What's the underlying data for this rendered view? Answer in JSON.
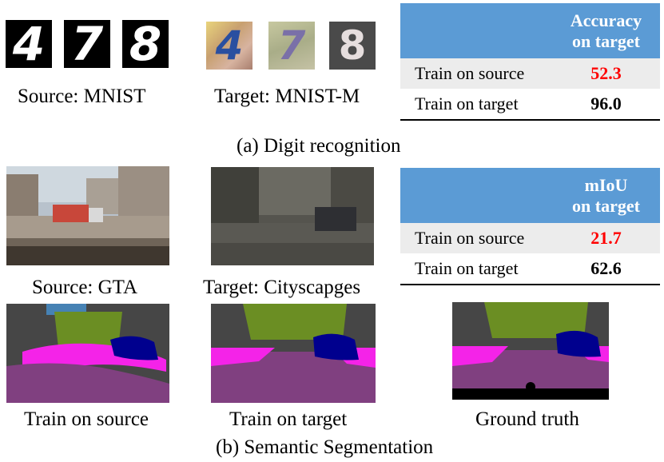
{
  "panel_a": {
    "digits_source": [
      "4",
      "7",
      "8"
    ],
    "digits_target": [
      "4",
      "7",
      "8"
    ],
    "source_caption": "Source: MNIST",
    "target_caption": "Target: MNIST-M",
    "table": {
      "header": "Accuracy on target",
      "header_line1": "Accuracy",
      "header_line2": "on target",
      "rows": [
        {
          "label": "Train on source",
          "value": "52.3",
          "color": "#ff0000"
        },
        {
          "label": "Train on target",
          "value": "96.0",
          "color": "#000000"
        }
      ]
    },
    "caption": "(a) Digit recognition"
  },
  "panel_b": {
    "source_caption": "Source: GTA",
    "target_caption": "Target: Cityscapges",
    "table": {
      "header_line1": "mIoU",
      "header_line2": "on target",
      "rows": [
        {
          "label": "Train on source",
          "value": "21.7",
          "color": "#ff0000"
        },
        {
          "label": "Train on target",
          "value": "62.6",
          "color": "#000000"
        }
      ]
    },
    "seg_captions": [
      "Train on source",
      "Train on target",
      "Ground truth"
    ],
    "caption": "(b) Semantic Segmentation"
  },
  "colors": {
    "table_header": "#5b9bd5",
    "road": "#804080",
    "sidewalk": "#f423e8",
    "car": "#00008e",
    "vegetation": "#6b8e23",
    "sky": "#4682b4",
    "building": "#464646"
  }
}
